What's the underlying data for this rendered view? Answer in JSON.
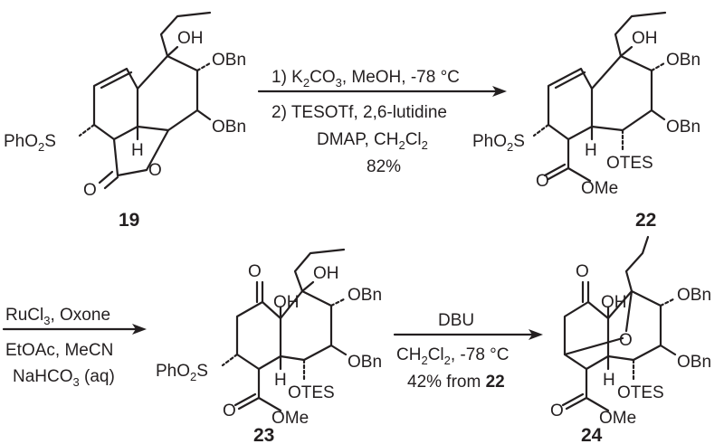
{
  "scheme": {
    "compounds": {
      "c19": {
        "number": "19",
        "labels": {
          "oh": "OH",
          "obn1": "OBn",
          "obn2": "OBn",
          "sulfone": "PhO",
          "sulfone_sub": "2",
          "sulfone_s": "S",
          "h": "H",
          "o_ring": "O",
          "o_carbonyl": "O"
        }
      },
      "c22": {
        "number": "22",
        "labels": {
          "oh": "OH",
          "obn1": "OBn",
          "obn2": "OBn",
          "sulfone": "PhO",
          "sulfone_sub": "2",
          "sulfone_s": "S",
          "h": "H",
          "otes": "OTES",
          "o_carbonyl": "O",
          "ome": "OMe"
        }
      },
      "c23": {
        "number": "23",
        "labels": {
          "o_ketone": "O",
          "oh1": "OH",
          "oh2": "OH",
          "obn1": "OBn",
          "obn2": "OBn",
          "sulfone": "PhO",
          "sulfone_sub": "2",
          "sulfone_s": "S",
          "h": "H",
          "otes": "OTES",
          "o_carbonyl": "O",
          "ome": "OMe"
        }
      },
      "c24": {
        "number": "24",
        "labels": {
          "o_ketone": "O",
          "oh": "OH",
          "o_bridge": "O",
          "obn1": "OBn",
          "obn2": "OBn",
          "h": "H",
          "otes": "OTES",
          "o_carbonyl": "O",
          "ome": "OMe"
        }
      }
    },
    "step1": {
      "line1": "1) K",
      "line1_sub": "2",
      "line1_rest": "CO",
      "line1_sub2": "3",
      "line1_end": ", MeOH, -78 °C",
      "line2": "2) TESOTf, 2,6-lutidine",
      "line3": "DMAP, CH",
      "line3_sub": "2",
      "line3_mid": "Cl",
      "line3_sub2": "2",
      "line4": "82%"
    },
    "step2": {
      "line1": "RuCl",
      "line1_sub": "3",
      "line1_rest": ", Oxone",
      "line2": "EtOAc, MeCN",
      "line3": "NaHCO",
      "line3_sub": "3",
      "line3_rest": " (aq)"
    },
    "step3": {
      "line1": "DBU",
      "line2": "CH",
      "line2_sub": "2",
      "line2_mid": "Cl",
      "line2_sub2": "2",
      "line2_rest": ", -78 °C",
      "line3": "42% from ",
      "line3_bold": "22"
    }
  }
}
